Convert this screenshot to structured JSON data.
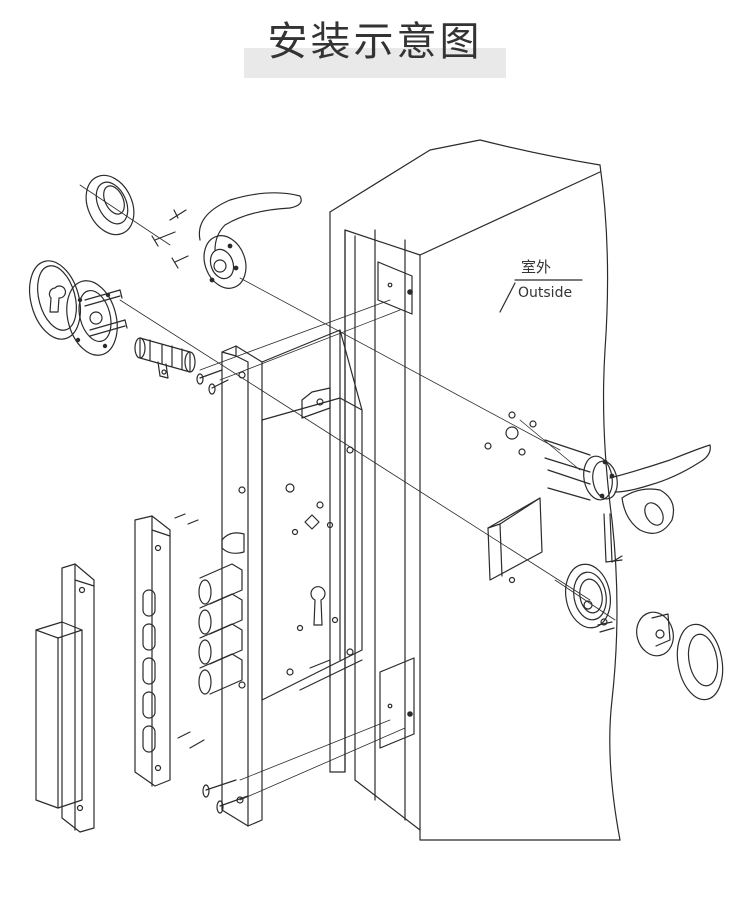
{
  "header": {
    "title": "安装示意图"
  },
  "labels": {
    "outside_cn": "室外",
    "outside_en": "Outside"
  },
  "colors": {
    "line": "#2b2b2b",
    "title_bar": "#e9e9e9",
    "title_text": "#333333"
  }
}
